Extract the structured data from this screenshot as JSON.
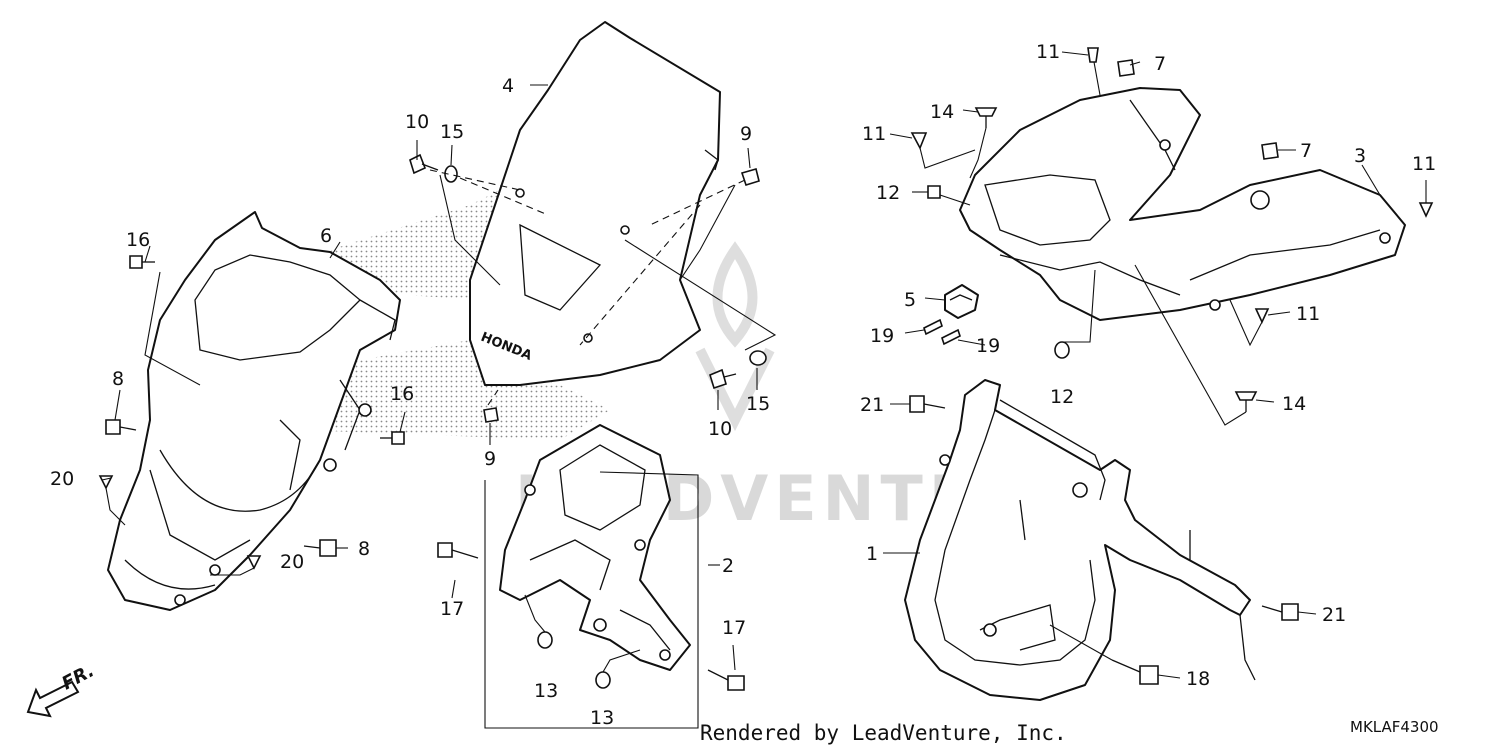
{
  "callouts": {
    "c1": "1",
    "c2": "2",
    "c3": "3",
    "c4": "4",
    "c5": "5",
    "c6": "6",
    "c7a": "7",
    "c7b": "7",
    "c8a": "8",
    "c8b": "8",
    "c9a": "9",
    "c9b": "9",
    "c10a": "10",
    "c10b": "10",
    "c11a": "11",
    "c11b": "11",
    "c11c": "11",
    "c11d": "11",
    "c12a": "12",
    "c12b": "12",
    "c13a": "13",
    "c13b": "13",
    "c14a": "14",
    "c14b": "14",
    "c15a": "15",
    "c15b": "15",
    "c16a": "16",
    "c16b": "16",
    "c17a": "17",
    "c17b": "17",
    "c18": "18",
    "c19a": "19",
    "c19b": "19",
    "c20a": "20",
    "c20b": "20",
    "c21a": "21",
    "c21b": "21"
  },
  "windscreen_logo": "HONDA",
  "front_marker": "FR.",
  "footer_credit": "Rendered by LeadVenture, Inc.",
  "diagram_code": "MKLAF4300",
  "watermark": "LEADVENTURE",
  "colors": {
    "line": "#111111",
    "watermark": "#d9d9d9",
    "stipple": "#9a9a9a"
  }
}
